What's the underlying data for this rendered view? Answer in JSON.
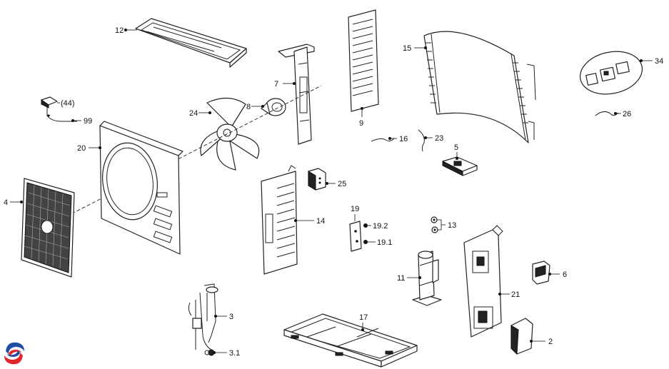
{
  "callouts": {
    "c12": "12",
    "c7": "7",
    "c9": "9",
    "c15": "15",
    "c34": "34",
    "c44": "(44)",
    "c99": "99",
    "c24": "24",
    "c8": "8",
    "c26": "26",
    "c20": "20",
    "c16": "16",
    "c23": "23",
    "c5": "5",
    "c4": "4",
    "c25": "25",
    "c14": "14",
    "c19": "19",
    "c192": "19.2",
    "c191": "19.1",
    "c13": "13",
    "c11": "11",
    "c6": "6",
    "c21": "21",
    "c3": "3",
    "c31": "3.1",
    "c17": "17",
    "c2": "2"
  },
  "logo": {
    "icon": "brand-swirl-logo",
    "colors": [
      "#1f4fa3",
      "#e0262b"
    ]
  }
}
